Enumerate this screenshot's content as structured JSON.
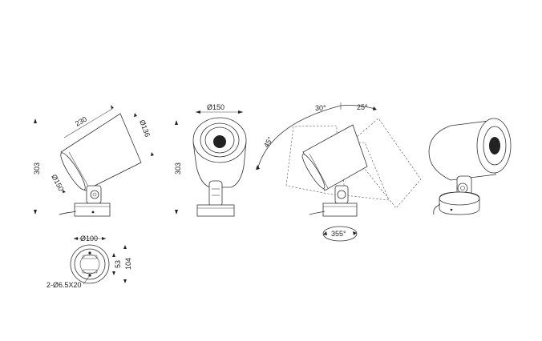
{
  "side_view": {
    "length_label": "230",
    "head_diameter_label": "Ø136",
    "height_label": "303",
    "body_diameter_label": "Ø150"
  },
  "front_view": {
    "diameter_label": "Ø150",
    "height_label": "303"
  },
  "rotation_view": {
    "tilt_back_label": "30°",
    "tilt_forward_label": "25°",
    "tilt_side_label": "45°",
    "rotation_label": "355°"
  },
  "base_plan": {
    "diameter_label": "Ø100",
    "hole_spacing_label": "53",
    "depth_label": "104",
    "holes_label": "2-Ø6.5X20"
  }
}
